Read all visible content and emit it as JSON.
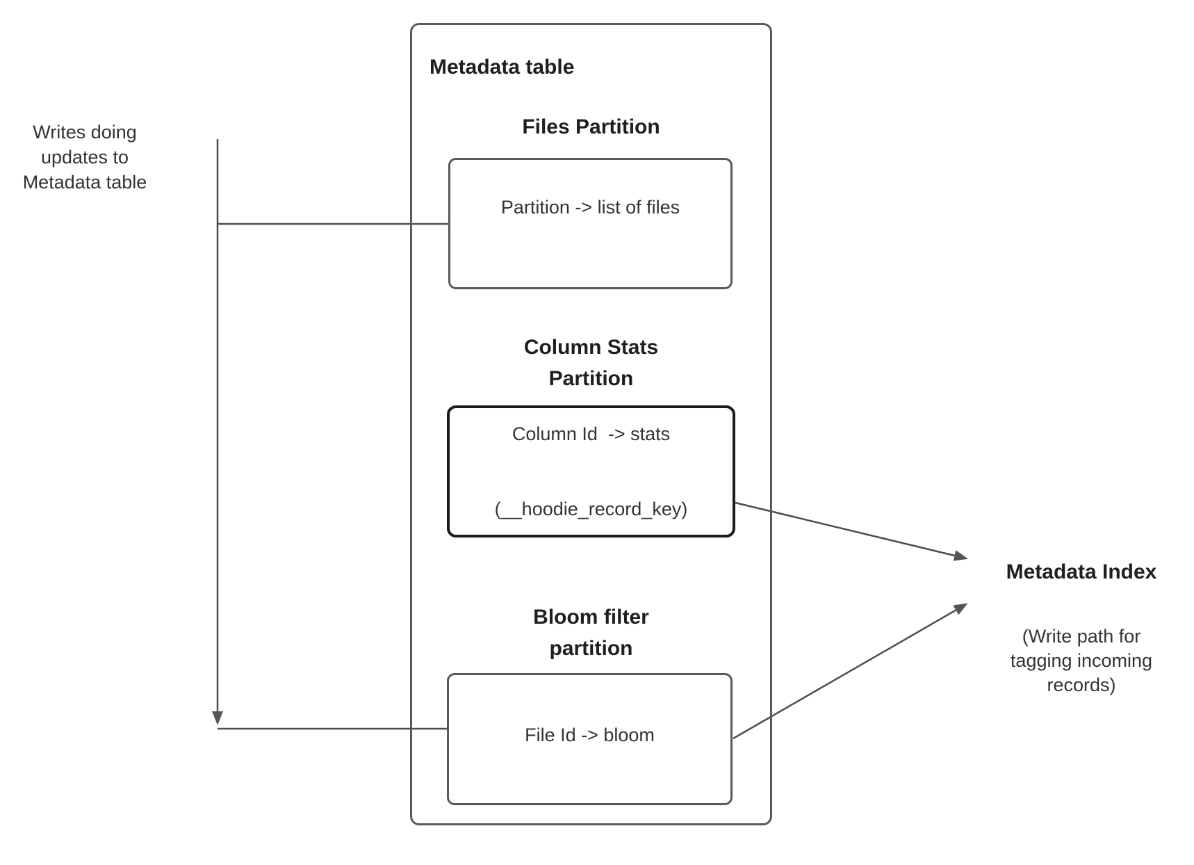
{
  "left_note": {
    "lines": [
      "Writes doing",
      "updates to",
      "Metadata table"
    ]
  },
  "metadata_table": {
    "title": "Metadata table",
    "files_partition": {
      "heading": "Files Partition",
      "mapping": "Partition -> list of files"
    },
    "column_stats_partition": {
      "heading_lines": [
        "Column Stats",
        "Partition"
      ],
      "mapping_lines": [
        "Column Id  -> stats",
        "(__hoodie_record_key)"
      ]
    },
    "bloom_filter_partition": {
      "heading_lines": [
        "Bloom filter",
        "partition"
      ],
      "mapping": "File Id -> bloom"
    }
  },
  "metadata_index": {
    "title": "Metadata Index",
    "subtitle_lines": [
      "(Write path for",
      "tagging incoming",
      "records)"
    ]
  },
  "colors": {
    "edge_stroke": "#4d4d4d",
    "arrowhead_fill": "#555555",
    "box_border": "#595959",
    "stats_box_border": "#1a1a1a",
    "heading_text": "#1f1f1f",
    "body_text": "#333333",
    "background": "#ffffff"
  }
}
